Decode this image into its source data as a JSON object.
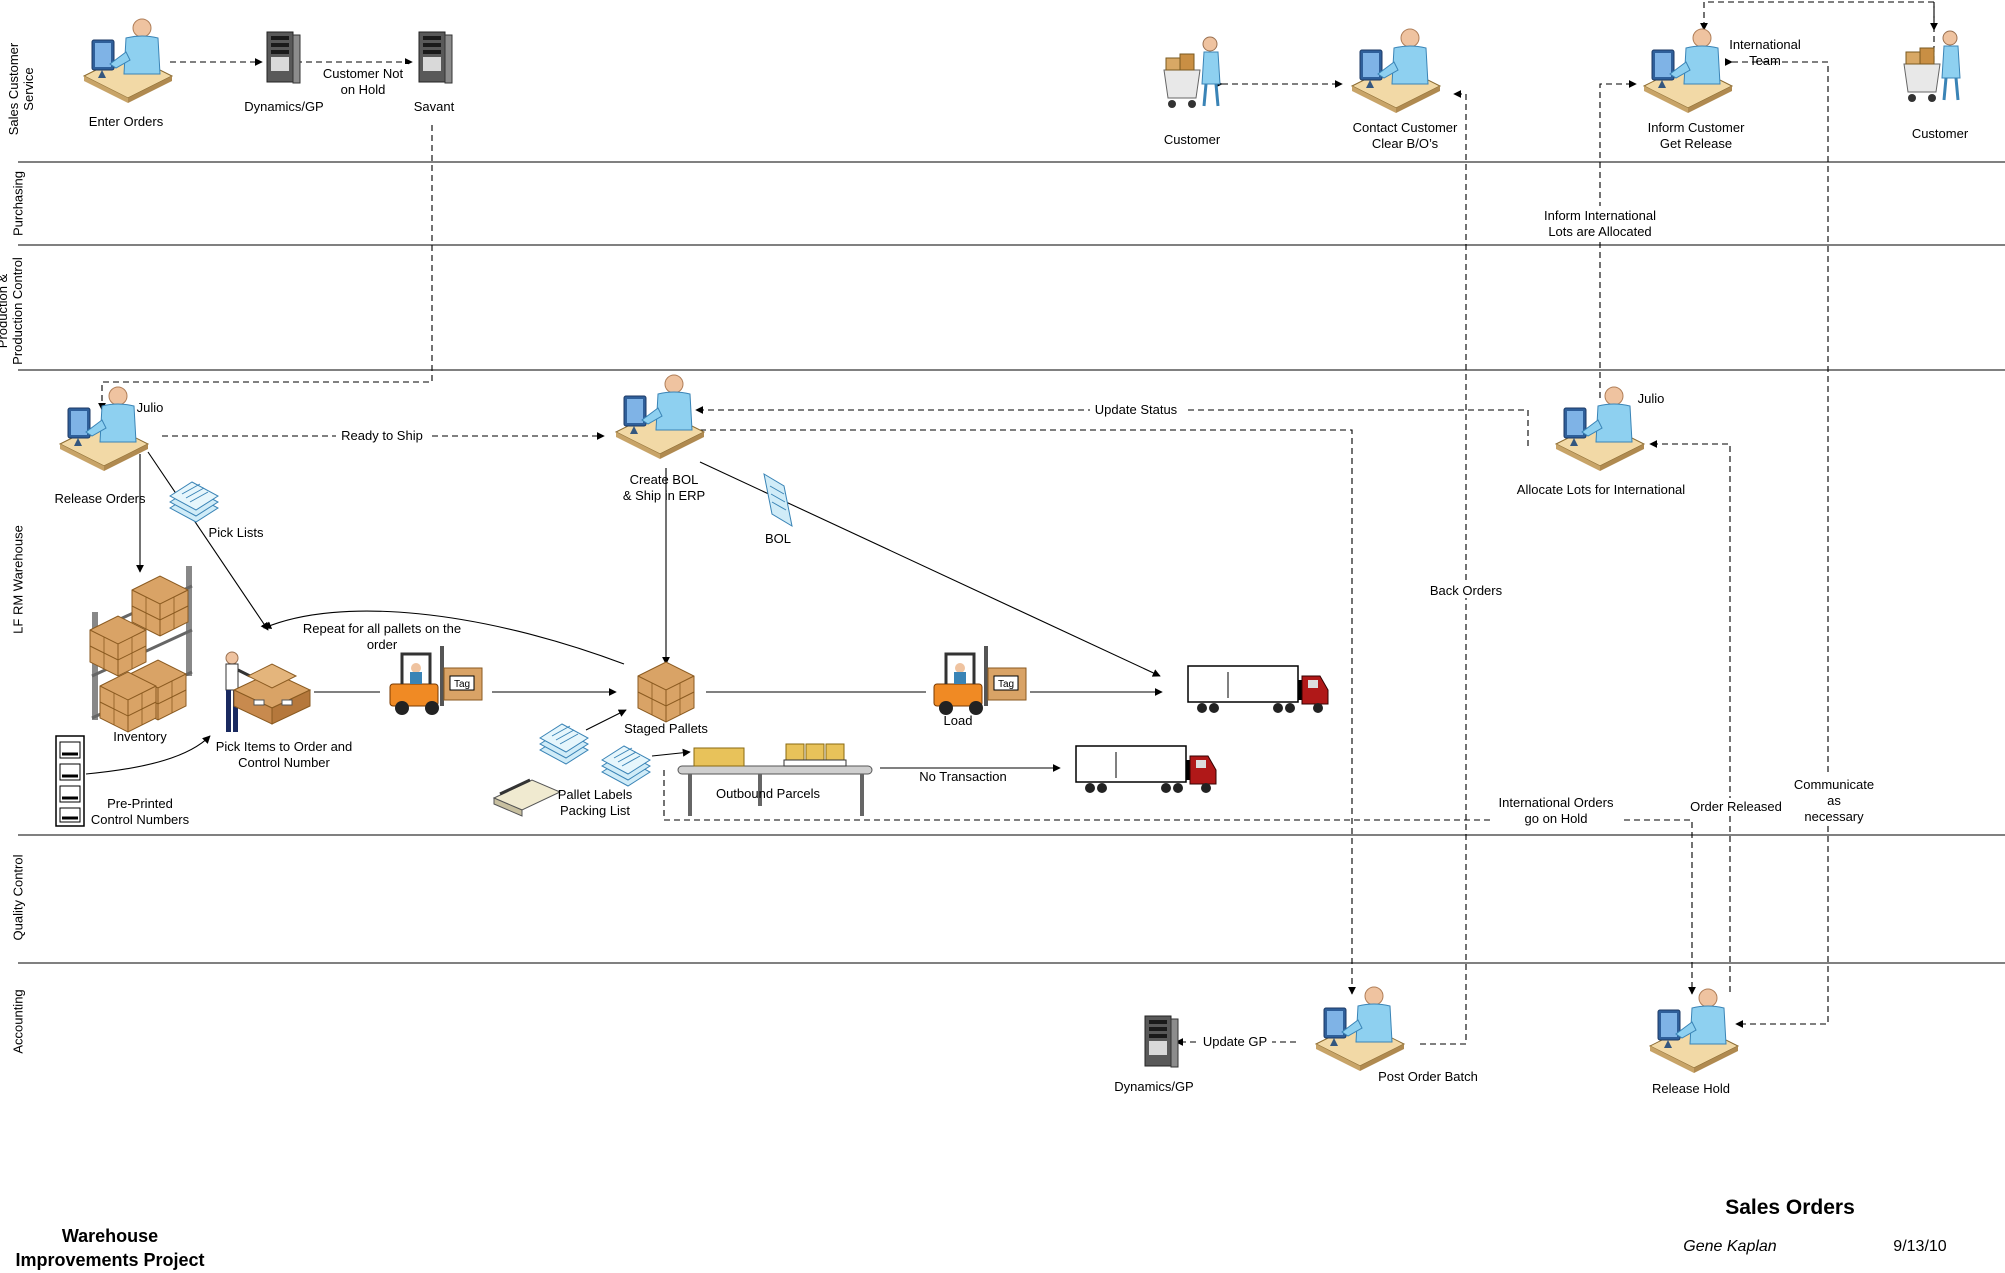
{
  "lanes": [
    "Sales Customer Service",
    "Purchasing",
    "Production & Production Control",
    "LF RM Warehouse",
    "Quality Control",
    "Accounting"
  ],
  "nodes": {
    "enter_orders": "Enter Orders",
    "dynamics_gp_top": "Dynamics/GP",
    "savant": "Savant",
    "customer_1": "Customer",
    "contact_customer_1": "Contact Customer",
    "contact_customer_2": "Clear B/O’s",
    "inform_customer_1": "Inform Customer",
    "inform_customer_2": "Get Release",
    "international_team_1": "International",
    "international_team_2": "Team",
    "customer_2": "Customer",
    "julio_1": "Julio",
    "release_orders": "Release Orders",
    "pick_lists": "Pick Lists",
    "create_bol_1": "Create BOL",
    "create_bol_2": "& Ship in ERP",
    "bol": "BOL",
    "julio_2": "Julio",
    "allocate_lots": "Allocate Lots for International",
    "inventory": "Inventory",
    "pick_items_1": "Pick Items to Order and",
    "pick_items_2": "Control Number",
    "pre_printed_1": "Pre-Printed",
    "pre_printed_2": "Control Numbers",
    "staged_pallets": "Staged Pallets",
    "load": "Load",
    "pallet_labels_1": "Pallet Labels",
    "pallet_labels_2": "Packing List",
    "outbound_parcels": "Outbound Parcels",
    "dynamics_gp_bottom": "Dynamics/GP",
    "post_order_batch": "Post Order Batch",
    "release_hold": "Release Hold",
    "tag_1": "Tag",
    "tag_2": "Tag"
  },
  "edges": {
    "customer_not_on_hold_1": "Customer Not",
    "customer_not_on_hold_2": "on Hold",
    "ready_to_ship": "Ready to Ship",
    "update_status": "Update Status",
    "repeat_1": "Repeat for all pallets on the",
    "repeat_2": "order",
    "inform_international_1": "Inform International",
    "inform_international_2": "Lots are Allocated",
    "back_orders": "Back Orders",
    "no_transaction": "No Transaction",
    "intl_orders_hold_1": "International Orders",
    "intl_orders_hold_2": "go on Hold",
    "order_released": "Order Released",
    "communicate_1": "Communicate",
    "communicate_2": "as",
    "communicate_3": "necessary",
    "update_gp": "Update GP"
  },
  "title_block": {
    "project_1": "Warehouse",
    "project_2": "Improvements Project",
    "title": "Sales Orders",
    "author": "Gene Kaplan",
    "date": "9/13/10"
  }
}
